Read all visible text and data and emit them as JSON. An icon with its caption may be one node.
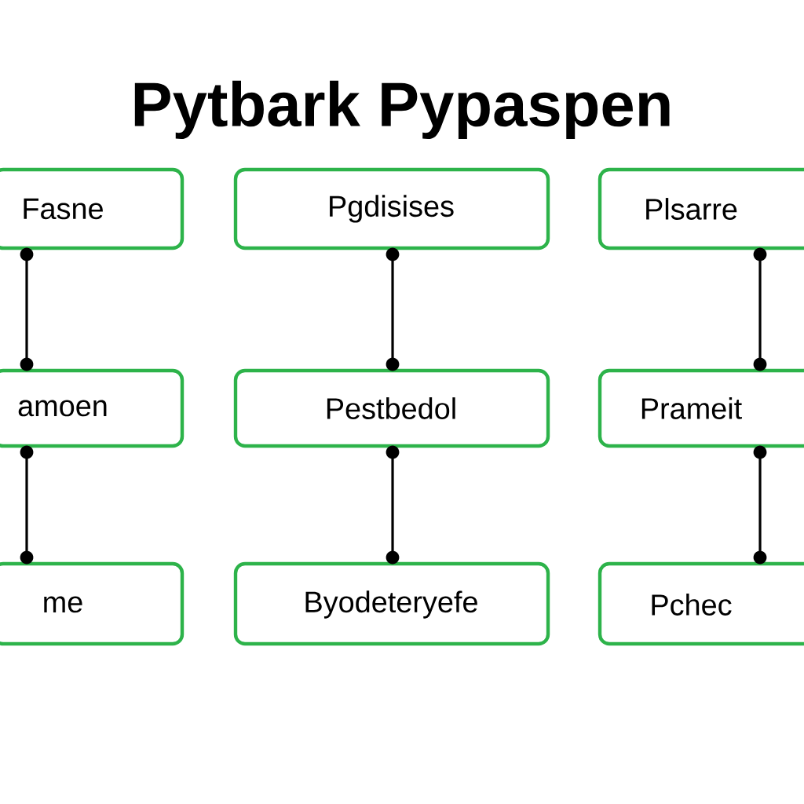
{
  "diagram": {
    "title": "Pytbark Pypaspen",
    "nodes": [
      {
        "text": [
          "Fasne"
        ]
      },
      {
        "text": [
          "Pgdisises"
        ]
      },
      {
        "text": [
          "Plsarre"
        ]
      },
      {
        "text": [
          "amoen"
        ]
      },
      {
        "text": [
          "Pestbedol"
        ]
      },
      {
        "text": [
          "Prameit"
        ]
      },
      {
        "text": [
          "me"
        ]
      },
      {
        "text": [
          "Byodeteryefe"
        ]
      },
      {
        "text": [
          "Pchec"
        ]
      }
    ],
    "edges": [
      {
        "from": 0,
        "to": 3,
        "arrow": "other"
      },
      {
        "from": 1,
        "to": 4,
        "arrow": "other"
      },
      {
        "from": 2,
        "to": 5,
        "arrow": "other"
      },
      {
        "from": 3,
        "to": 6,
        "arrow": "other"
      },
      {
        "from": 4,
        "to": 7,
        "arrow": "other"
      },
      {
        "from": 5,
        "to": 8,
        "arrow": "other"
      }
    ]
  }
}
